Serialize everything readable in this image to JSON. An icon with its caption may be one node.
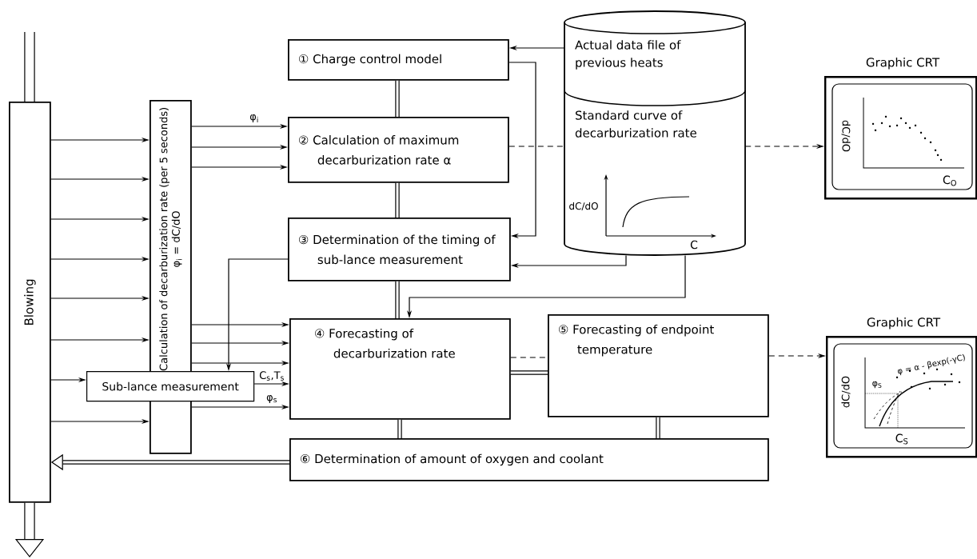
{
  "diagram": {
    "nodes": [
      {
        "text": [
          "Blowing"
        ]
      },
      {
        "text": [
          "Calculation of decarburization rate (per 5 seconds)",
          "φ$_{i}$ = dC/dO"
        ]
      },
      {
        "text": [
          "① Charge control model"
        ]
      },
      {
        "text": [
          "② Calculation of maximum decarburization rate α"
        ]
      },
      {
        "text": [
          "③ Determination of the timing of sub-lance measurement"
        ]
      },
      {
        "text": [
          "④ Forecasting of decarburization rate"
        ]
      },
      {
        "text": [
          "⑤ Forecasting of endpoint temperature"
        ]
      },
      {
        "text": [
          "⑥ Determination of amount of oxygen and coolant"
        ]
      },
      {
        "text": [
          "Sub-lance measurement"
        ]
      },
      {
        "text": [
          "Actual data file of previous heats",
          "Standard curve of decarburization rate"
        ]
      },
      {
        "text": [],
        "shape": "box",
        "beside": [
          "Graphic CRT"
        ]
      },
      {
        "text": [],
        "shape": "box",
        "beside": [
          "Graphic CRT"
        ]
      }
    ],
    "edges": [
      {
        "from": null,
        "to": 0,
        "arrow": "none",
        "style": "thick"
      },
      {
        "from": 0,
        "to": null,
        "arrow": "to",
        "style": "thick"
      },
      {
        "from": 0,
        "to": 1,
        "arrow": "to"
      },
      {
        "from": 0,
        "to": 1,
        "arrow": "to"
      },
      {
        "from": 0,
        "to": 1,
        "arrow": "to"
      },
      {
        "from": 0,
        "to": 1,
        "arrow": "to"
      },
      {
        "from": 0,
        "to": 1,
        "arrow": "to"
      },
      {
        "from": 0,
        "to": 1,
        "arrow": "to"
      },
      {
        "from": 0,
        "to": 8,
        "arrow": "to"
      },
      {
        "from": 0,
        "to": 1,
        "arrow": "to"
      },
      {
        "from": 1,
        "to": 3,
        "arrow": "to",
        "label": "φ$_{i}$"
      },
      {
        "from": 1,
        "to": 3,
        "arrow": "to"
      },
      {
        "from": 1,
        "to": 3,
        "arrow": "to"
      },
      {
        "from": 1,
        "to": 5,
        "arrow": "to"
      },
      {
        "from": 1,
        "to": 5,
        "arrow": "to"
      },
      {
        "from": 1,
        "to": 5,
        "arrow": "to"
      },
      {
        "from": 8,
        "to": 5,
        "arrow": "to",
        "label": "C$_{s}$,T$_{s}$"
      },
      {
        "from": 1,
        "to": 5,
        "arrow": "to",
        "label": "φ$_{s}$"
      },
      {
        "from": 4,
        "to": 8,
        "arrow": "to"
      },
      {
        "from": 9,
        "to": 2,
        "arrow": "to"
      },
      {
        "from": 2,
        "to": 4,
        "arrow": "to"
      },
      {
        "from": 9,
        "to": 4,
        "arrow": "to"
      },
      {
        "from": 9,
        "to": 5,
        "arrow": "to"
      },
      {
        "from": 3,
        "to": 9,
        "arrow": "none",
        "style": "dashed"
      },
      {
        "from": 9,
        "to": 10,
        "arrow": "to",
        "style": "dashed"
      },
      {
        "from": 5,
        "to": 6,
        "arrow": "none",
        "style": "dashed"
      },
      {
        "from": 5,
        "to": 6,
        "arrow": "none",
        "style": "thick"
      },
      {
        "from": 6,
        "to": 11,
        "arrow": "to",
        "style": "dashed"
      },
      {
        "from": 2,
        "to": 3,
        "arrow": "none",
        "style": "thick"
      },
      {
        "from": 3,
        "to": 4,
        "arrow": "none",
        "style": "thick"
      },
      {
        "from": 4,
        "to": 5,
        "arrow": "none",
        "style": "thick"
      },
      {
        "from": 5,
        "to": 7,
        "arrow": "none",
        "style": "thick"
      },
      {
        "from": 6,
        "to": 7,
        "arrow": "none",
        "style": "thick"
      },
      {
        "from": 7,
        "to": 0,
        "arrow": "to",
        "style": "thick"
      }
    ],
    "labels": [
      "dC/dO",
      "C",
      "dC/dO",
      "C$_{O}$",
      "φ = α - βexp(-γC)",
      "φ$_{S}$",
      "dC/dO",
      "C$_{S}$"
    ]
  }
}
